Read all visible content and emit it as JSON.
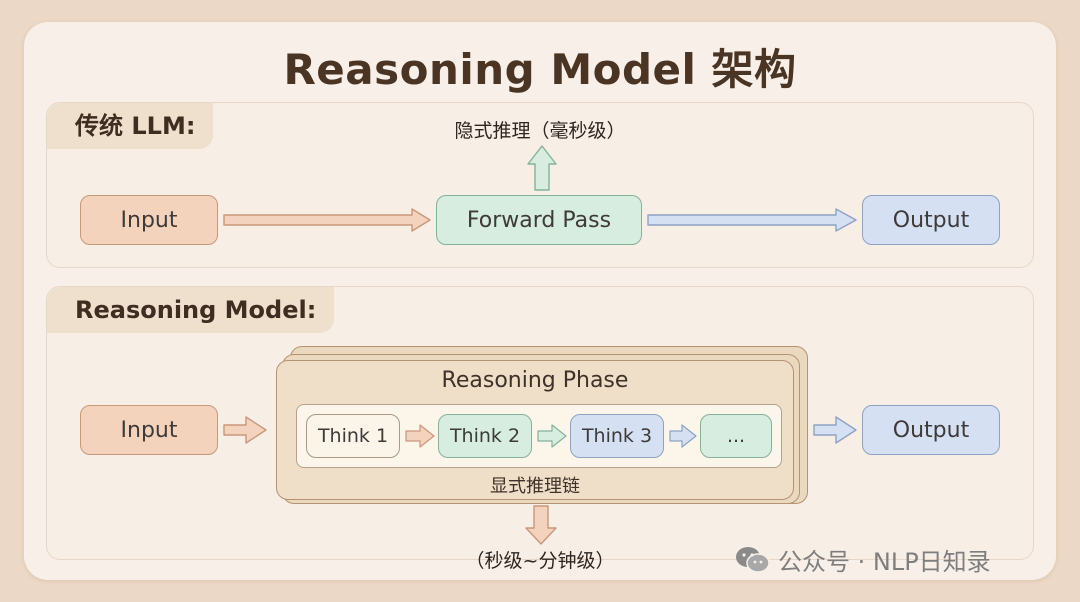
{
  "title": "Reasoning Model 架构",
  "traditional": {
    "label": "传统 LLM:",
    "input": "Input",
    "forward": "Forward Pass",
    "output": "Output",
    "implicit_note": "隐式推理（毫秒级）"
  },
  "reasoning": {
    "label": "Reasoning Model:",
    "input": "Input",
    "phase_title": "Reasoning Phase",
    "steps": [
      "Think 1",
      "Think 2",
      "Think 3",
      "..."
    ],
    "chain_label": "显式推理链",
    "output": "Output",
    "time_note": "（秒级~分钟级）"
  },
  "watermark": "公众号 · NLP日知录",
  "colors": {
    "peach": "#f4d3bd",
    "mint": "#d6eddf",
    "blue": "#d5e1f2",
    "cream": "#fbf4e8",
    "phase": "#ead8bf"
  }
}
